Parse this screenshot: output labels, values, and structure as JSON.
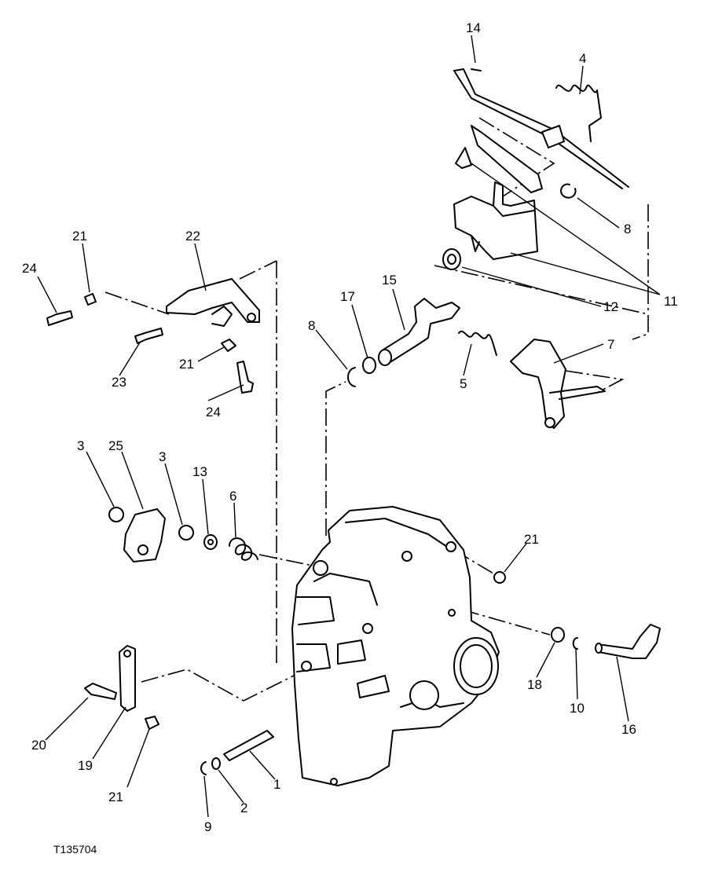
{
  "figure_ref": "T135704",
  "callouts": [
    {
      "id": "c14",
      "text": "14"
    },
    {
      "id": "c4",
      "text": "4"
    },
    {
      "id": "c8a",
      "text": "8"
    },
    {
      "id": "c11",
      "text": "11"
    },
    {
      "id": "c12",
      "text": "12"
    },
    {
      "id": "c7",
      "text": "7"
    },
    {
      "id": "c5",
      "text": "5"
    },
    {
      "id": "c15",
      "text": "15"
    },
    {
      "id": "c17",
      "text": "17"
    },
    {
      "id": "c8b",
      "text": "8"
    },
    {
      "id": "c22",
      "text": "22"
    },
    {
      "id": "c21a",
      "text": "21"
    },
    {
      "id": "c24a",
      "text": "24"
    },
    {
      "id": "c23",
      "text": "23"
    },
    {
      "id": "c21b",
      "text": "21"
    },
    {
      "id": "c24b",
      "text": "24"
    },
    {
      "id": "c3a",
      "text": "3"
    },
    {
      "id": "c25",
      "text": "25"
    },
    {
      "id": "c3b",
      "text": "3"
    },
    {
      "id": "c13",
      "text": "13"
    },
    {
      "id": "c6",
      "text": "6"
    },
    {
      "id": "c21c",
      "text": "21"
    },
    {
      "id": "c18",
      "text": "18"
    },
    {
      "id": "c10",
      "text": "10"
    },
    {
      "id": "c16",
      "text": "16"
    },
    {
      "id": "c20",
      "text": "20"
    },
    {
      "id": "c19",
      "text": "19"
    },
    {
      "id": "c21d",
      "text": "21"
    },
    {
      "id": "c1",
      "text": "1"
    },
    {
      "id": "c2",
      "text": "2"
    },
    {
      "id": "c9",
      "text": "9"
    }
  ]
}
